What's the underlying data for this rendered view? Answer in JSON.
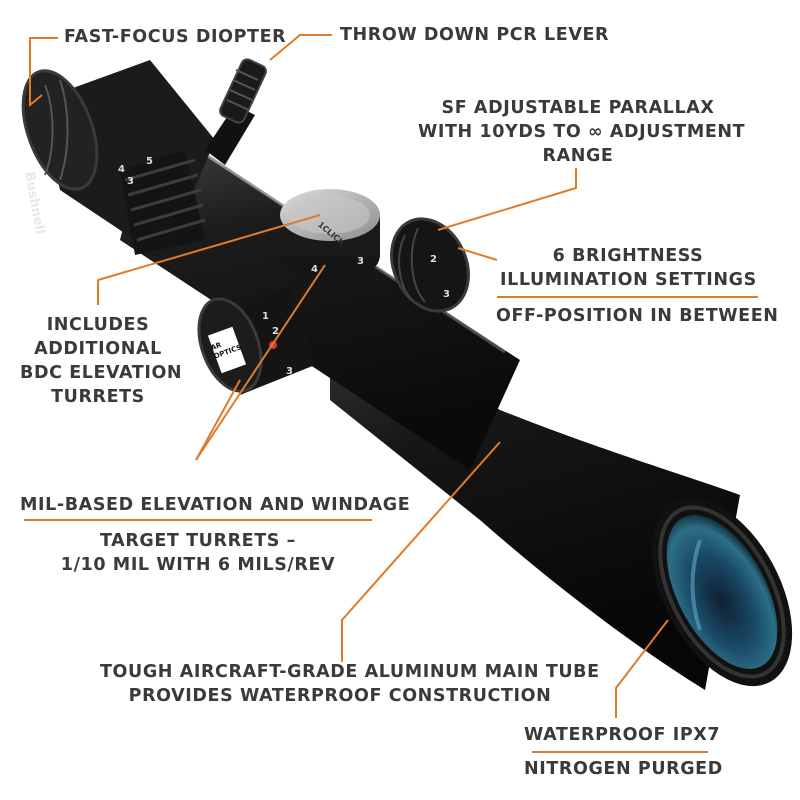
{
  "brand": {
    "logo_text": "Bushnell",
    "badge_text": "AR OPTICS",
    "parallax_dial_text": "1CLICK",
    "accent_color": "#e07b2a",
    "text_color": "#3a3a3a"
  },
  "callouts": {
    "diopter": "FAST-FOCUS DIOPTER",
    "pcr_lever": "THROW DOWN PCR LEVER",
    "parallax": [
      "SF ADJUSTABLE PARALLAX",
      "WITH 10YDS TO ∞ ADJUSTMENT",
      "RANGE"
    ],
    "illumination_top": [
      "6 BRIGHTNESS",
      "ILLUMINATION SETTINGS"
    ],
    "illumination_bottom": "OFF-POSITION IN BETWEEN",
    "bdc": [
      "INCLUDES",
      "ADDITIONAL",
      "BDC ELEVATION",
      "TURRETS"
    ],
    "turrets_top": "MIL-BASED ELEVATION AND WINDAGE",
    "turrets_bottom": [
      "TARGET TURRETS –",
      "1/10 MIL WITH 6 MILS/REV"
    ],
    "main_tube": [
      "TOUGH AIRCRAFT-GRADE ALUMINUM MAIN TUBE",
      "PROVIDES WATERPROOF CONSTRUCTION"
    ],
    "waterproof_top": "WATERPROOF IPX7",
    "waterproof_bottom": "NITROGEN PURGED"
  },
  "dial_numbers": {
    "magnification": [
      "3",
      "4",
      "5"
    ],
    "parallax": [
      "4",
      "3"
    ],
    "elevation": [
      "1",
      "2",
      "3"
    ],
    "illumination": [
      "2",
      "3"
    ]
  }
}
